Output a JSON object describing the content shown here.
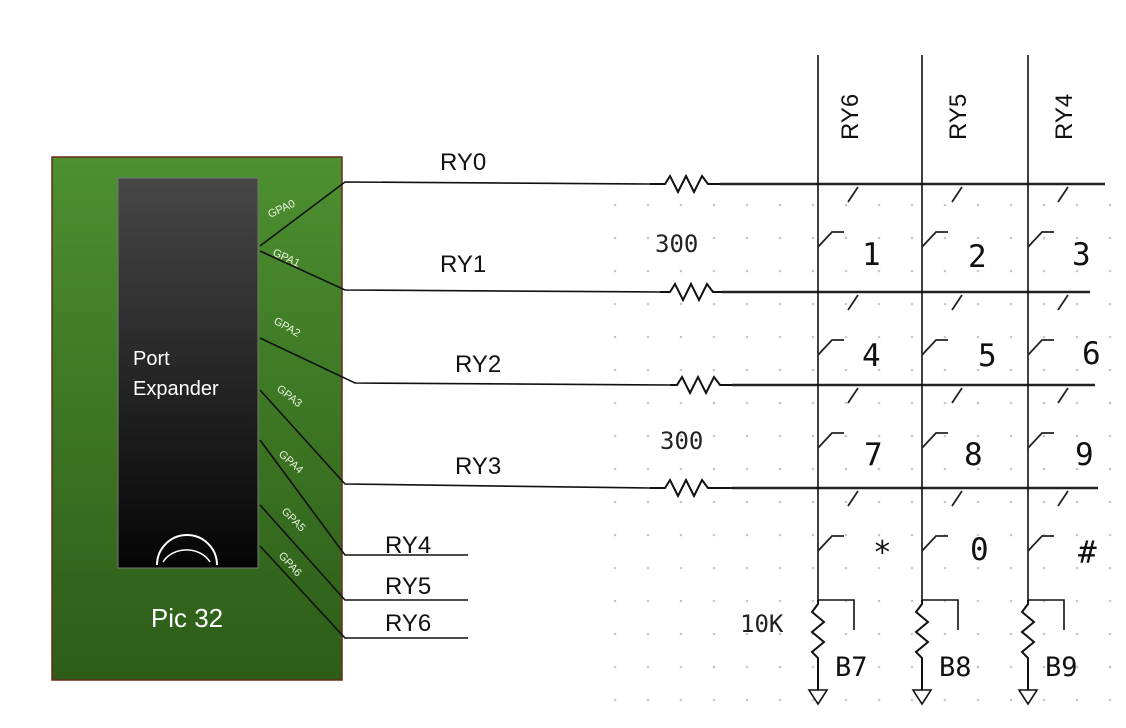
{
  "chip": {
    "expander_label_line1": "Port",
    "expander_label_line2": "Expander",
    "board_label": "Pic 32",
    "pins": [
      "GPA0",
      "GPA1",
      "GPA2",
      "GPA3",
      "GPA4",
      "GPA5",
      "GPA6"
    ],
    "board_color": "#3e7e22",
    "chip_color": "#1a1a1a"
  },
  "row_nets": [
    "RY0",
    "RY1",
    "RY2",
    "RY3"
  ],
  "col_nets_left": [
    "RY4",
    "RY5",
    "RY6"
  ],
  "col_nets_top": [
    "RY6",
    "RY5",
    "RY4"
  ],
  "row_resistor_labels": [
    "300",
    "300"
  ],
  "keys": [
    [
      "1",
      "2",
      "3"
    ],
    [
      "4",
      "5",
      "6"
    ],
    [
      "7",
      "8",
      "9"
    ],
    [
      "*",
      "0",
      "#"
    ]
  ],
  "pulldown_label": "10K",
  "outputs": [
    "B7",
    "B8",
    "B9"
  ]
}
